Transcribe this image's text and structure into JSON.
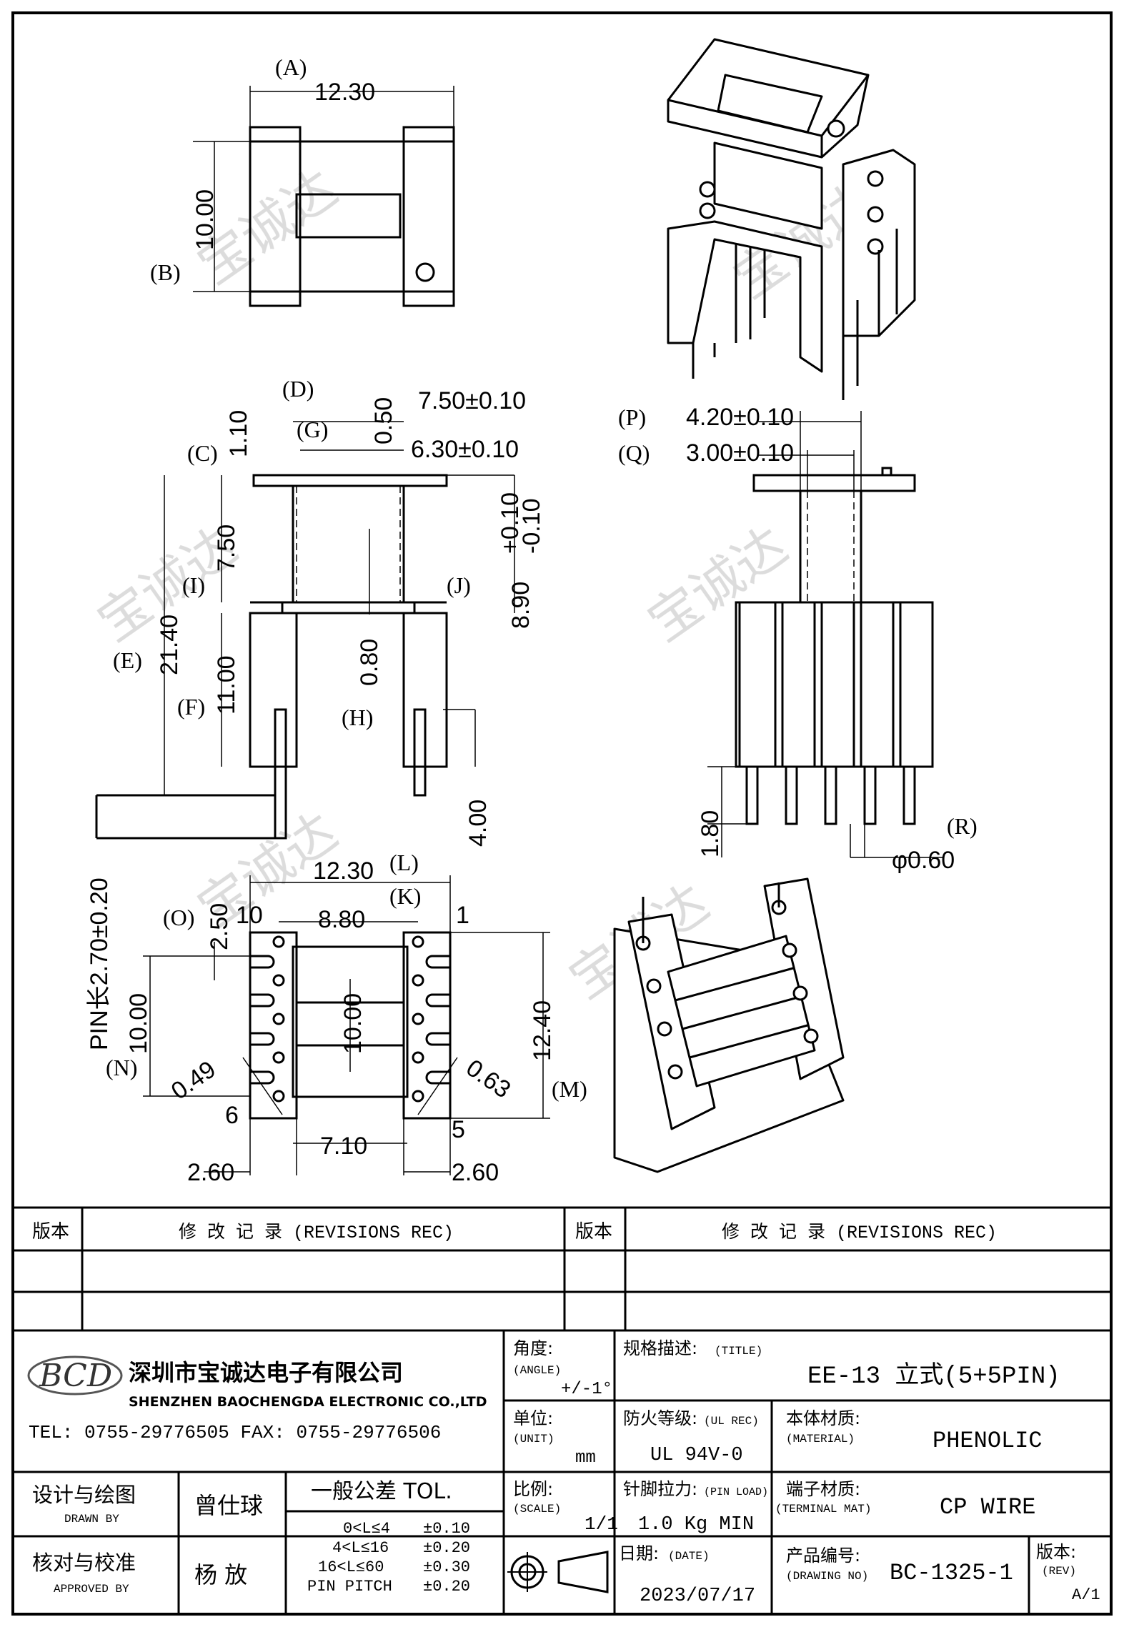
{
  "drawing": {
    "top_view": {
      "width": "12.30",
      "height": "10.00",
      "label_a": "(A)",
      "label_b": "(B)"
    },
    "front_view": {
      "d": "(D)",
      "g": "(G)",
      "c": "(C)",
      "i": "(I)",
      "j": "(J)",
      "e": "(E)",
      "f": "(F)",
      "h": "(H)",
      "dim_750": "7.50±0.10",
      "dim_050": "0.50",
      "dim_630": "6.30±0.10",
      "dim_110": "1.10",
      "dim_750b": "7.50",
      "dim_890": "8.90",
      "dim_890_tol_p": "+0.10",
      "dim_890_tol_m": "-0.10",
      "dim_2140": "21.40",
      "dim_1100": "11.00",
      "dim_080": "0.80",
      "dim_400": "4.00",
      "pin_len": "PIN长2.70±0.20"
    },
    "side_view": {
      "p": "(P)",
      "p_dim": "4.20±0.10",
      "q": "(Q)",
      "q_dim": "3.00±0.10",
      "dim_180": "1.80",
      "r": "(R)",
      "r_dim": "φ0.60"
    },
    "bottom_view": {
      "l": "(L)",
      "width": "12.30",
      "k": "(K)",
      "k_dim": "8.80",
      "o": "(O)",
      "o_dim": "2.50",
      "pin10": "10",
      "pin1": "1",
      "pin6": "6",
      "pin5": "5",
      "n": "(N)",
      "n_dim": "10.00",
      "center": "10.00",
      "m_dim": "12.40",
      "m": "(M)",
      "d049": "0.49",
      "d063": "0.63",
      "d710": "7.10",
      "d260a": "2.60",
      "d260b": "2.60"
    }
  },
  "revision_table": {
    "ver_col": "版本",
    "rec_col": "修 改 记 录 (REVISIONS REC)",
    "ver_col2": "版本",
    "rec_col2": "修 改 记 录 (REVISIONS REC)"
  },
  "company": {
    "logo": "BCD",
    "name_cn": "深圳市宝诚达电子有限公司",
    "name_en": "SHENZHEN BAOCHENGDA ELECTRONIC CO.,LTD",
    "contact": "TEL: 0755-29776505  FAX: 0755-29776506"
  },
  "title_block": {
    "angle_label": "角度:",
    "angle_sub": "(ANGLE)",
    "angle_val": "+/-1°",
    "title_label": "规格描述:",
    "title_sub": "(TITLE)",
    "title_val": "EE-13 立式(5+5PIN)",
    "unit_label": "单位:",
    "unit_sub": "(UNIT)",
    "unit_val": "mm",
    "ul_label": "防火等级:",
    "ul_sub": "(UL REC)",
    "ul_val": "UL 94V-0",
    "mat_label": "本体材质:",
    "mat_sub": "(MATERIAL)",
    "mat_val": "PHENOLIC",
    "scale_label": "比例:",
    "scale_sub": "(SCALE)",
    "scale_val": "1/1",
    "pin_label": "针脚拉力:",
    "pin_sub": "(PIN LOAD)",
    "pin_val": "1.0 Kg MIN",
    "term_label": "端子材质:",
    "term_sub": "(TERMINAL MAT)",
    "term_val": "CP WIRE",
    "date_label": "日期:",
    "date_sub": "(DATE)",
    "date_val": "2023/07/17",
    "dwg_label": "产品编号:",
    "dwg_sub": "(DRAWING NO)",
    "dwg_val": "BC-1325-1",
    "rev_label": "版本:",
    "rev_sub": "(REV)",
    "rev_val": "A/1",
    "drawn_label": "设计与绘图",
    "drawn_sub": "DRAWN BY",
    "drawn_val": "曾仕球",
    "appr_label": "核对与校准",
    "appr_sub": "APPROVED BY",
    "appr_val": "杨  放",
    "tol_title": "一般公差 TOL.",
    "tol_rows": [
      {
        "range": "0<L≤4",
        "tol": "±0.10"
      },
      {
        "range": "4<L≤16",
        "tol": "±0.20"
      },
      {
        "range": "16<L≤60",
        "tol": "±0.30"
      },
      {
        "range": "PIN PITCH",
        "tol": "±0.20"
      }
    ]
  },
  "watermark": "宝诚达"
}
